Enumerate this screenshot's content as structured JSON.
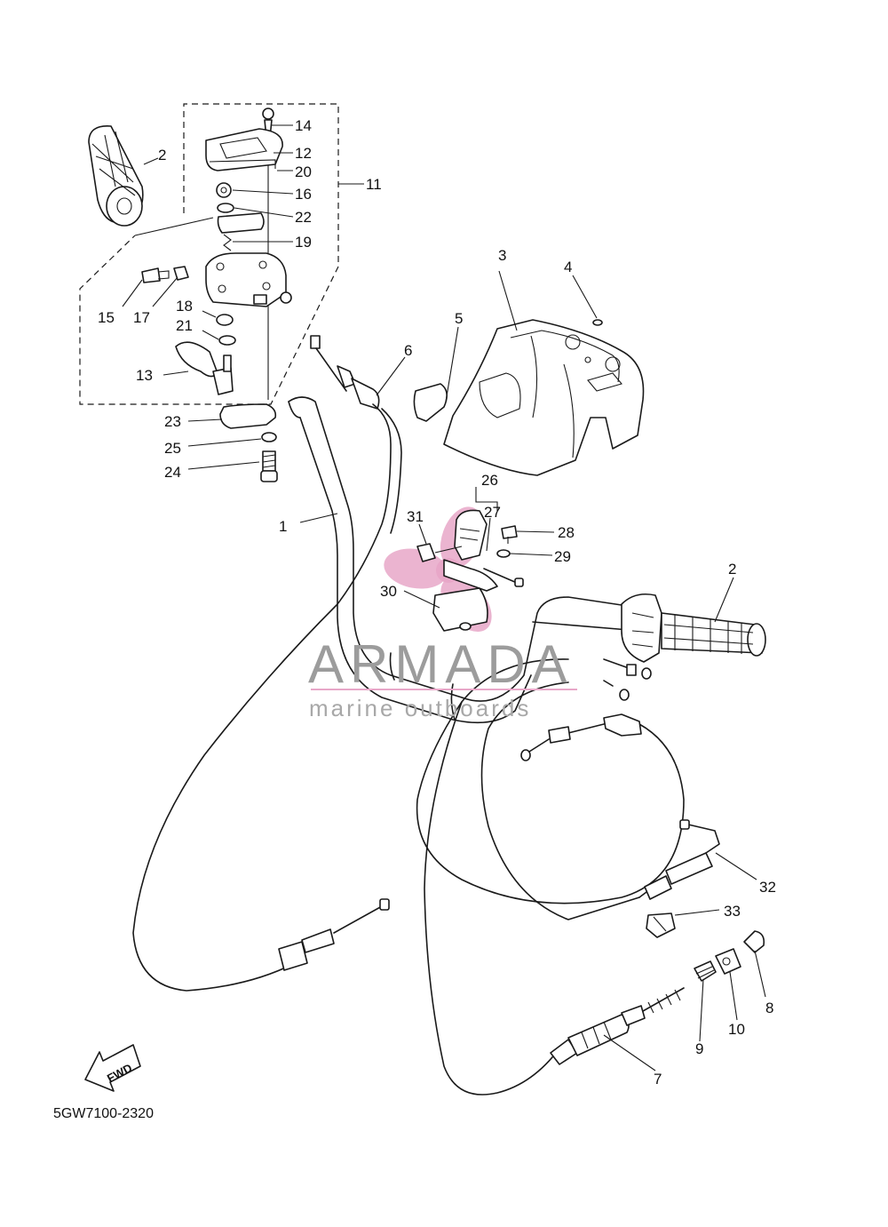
{
  "diagram": {
    "callouts": [
      "1",
      "2",
      "2",
      "3",
      "4",
      "5",
      "6",
      "7",
      "8",
      "9",
      "10",
      "11",
      "12",
      "13",
      "14",
      "15",
      "16",
      "17",
      "18",
      "19",
      "20",
      "21",
      "22",
      "23",
      "24",
      "25",
      "26",
      "27",
      "28",
      "29",
      "30",
      "31",
      "32",
      "33"
    ],
    "part_code": "5GW7100-2320",
    "fwd_label": "FWD"
  },
  "watermark": {
    "brand": "ARMADA",
    "tagline": "marine outboards",
    "accent_color": "#e8a7c8"
  }
}
